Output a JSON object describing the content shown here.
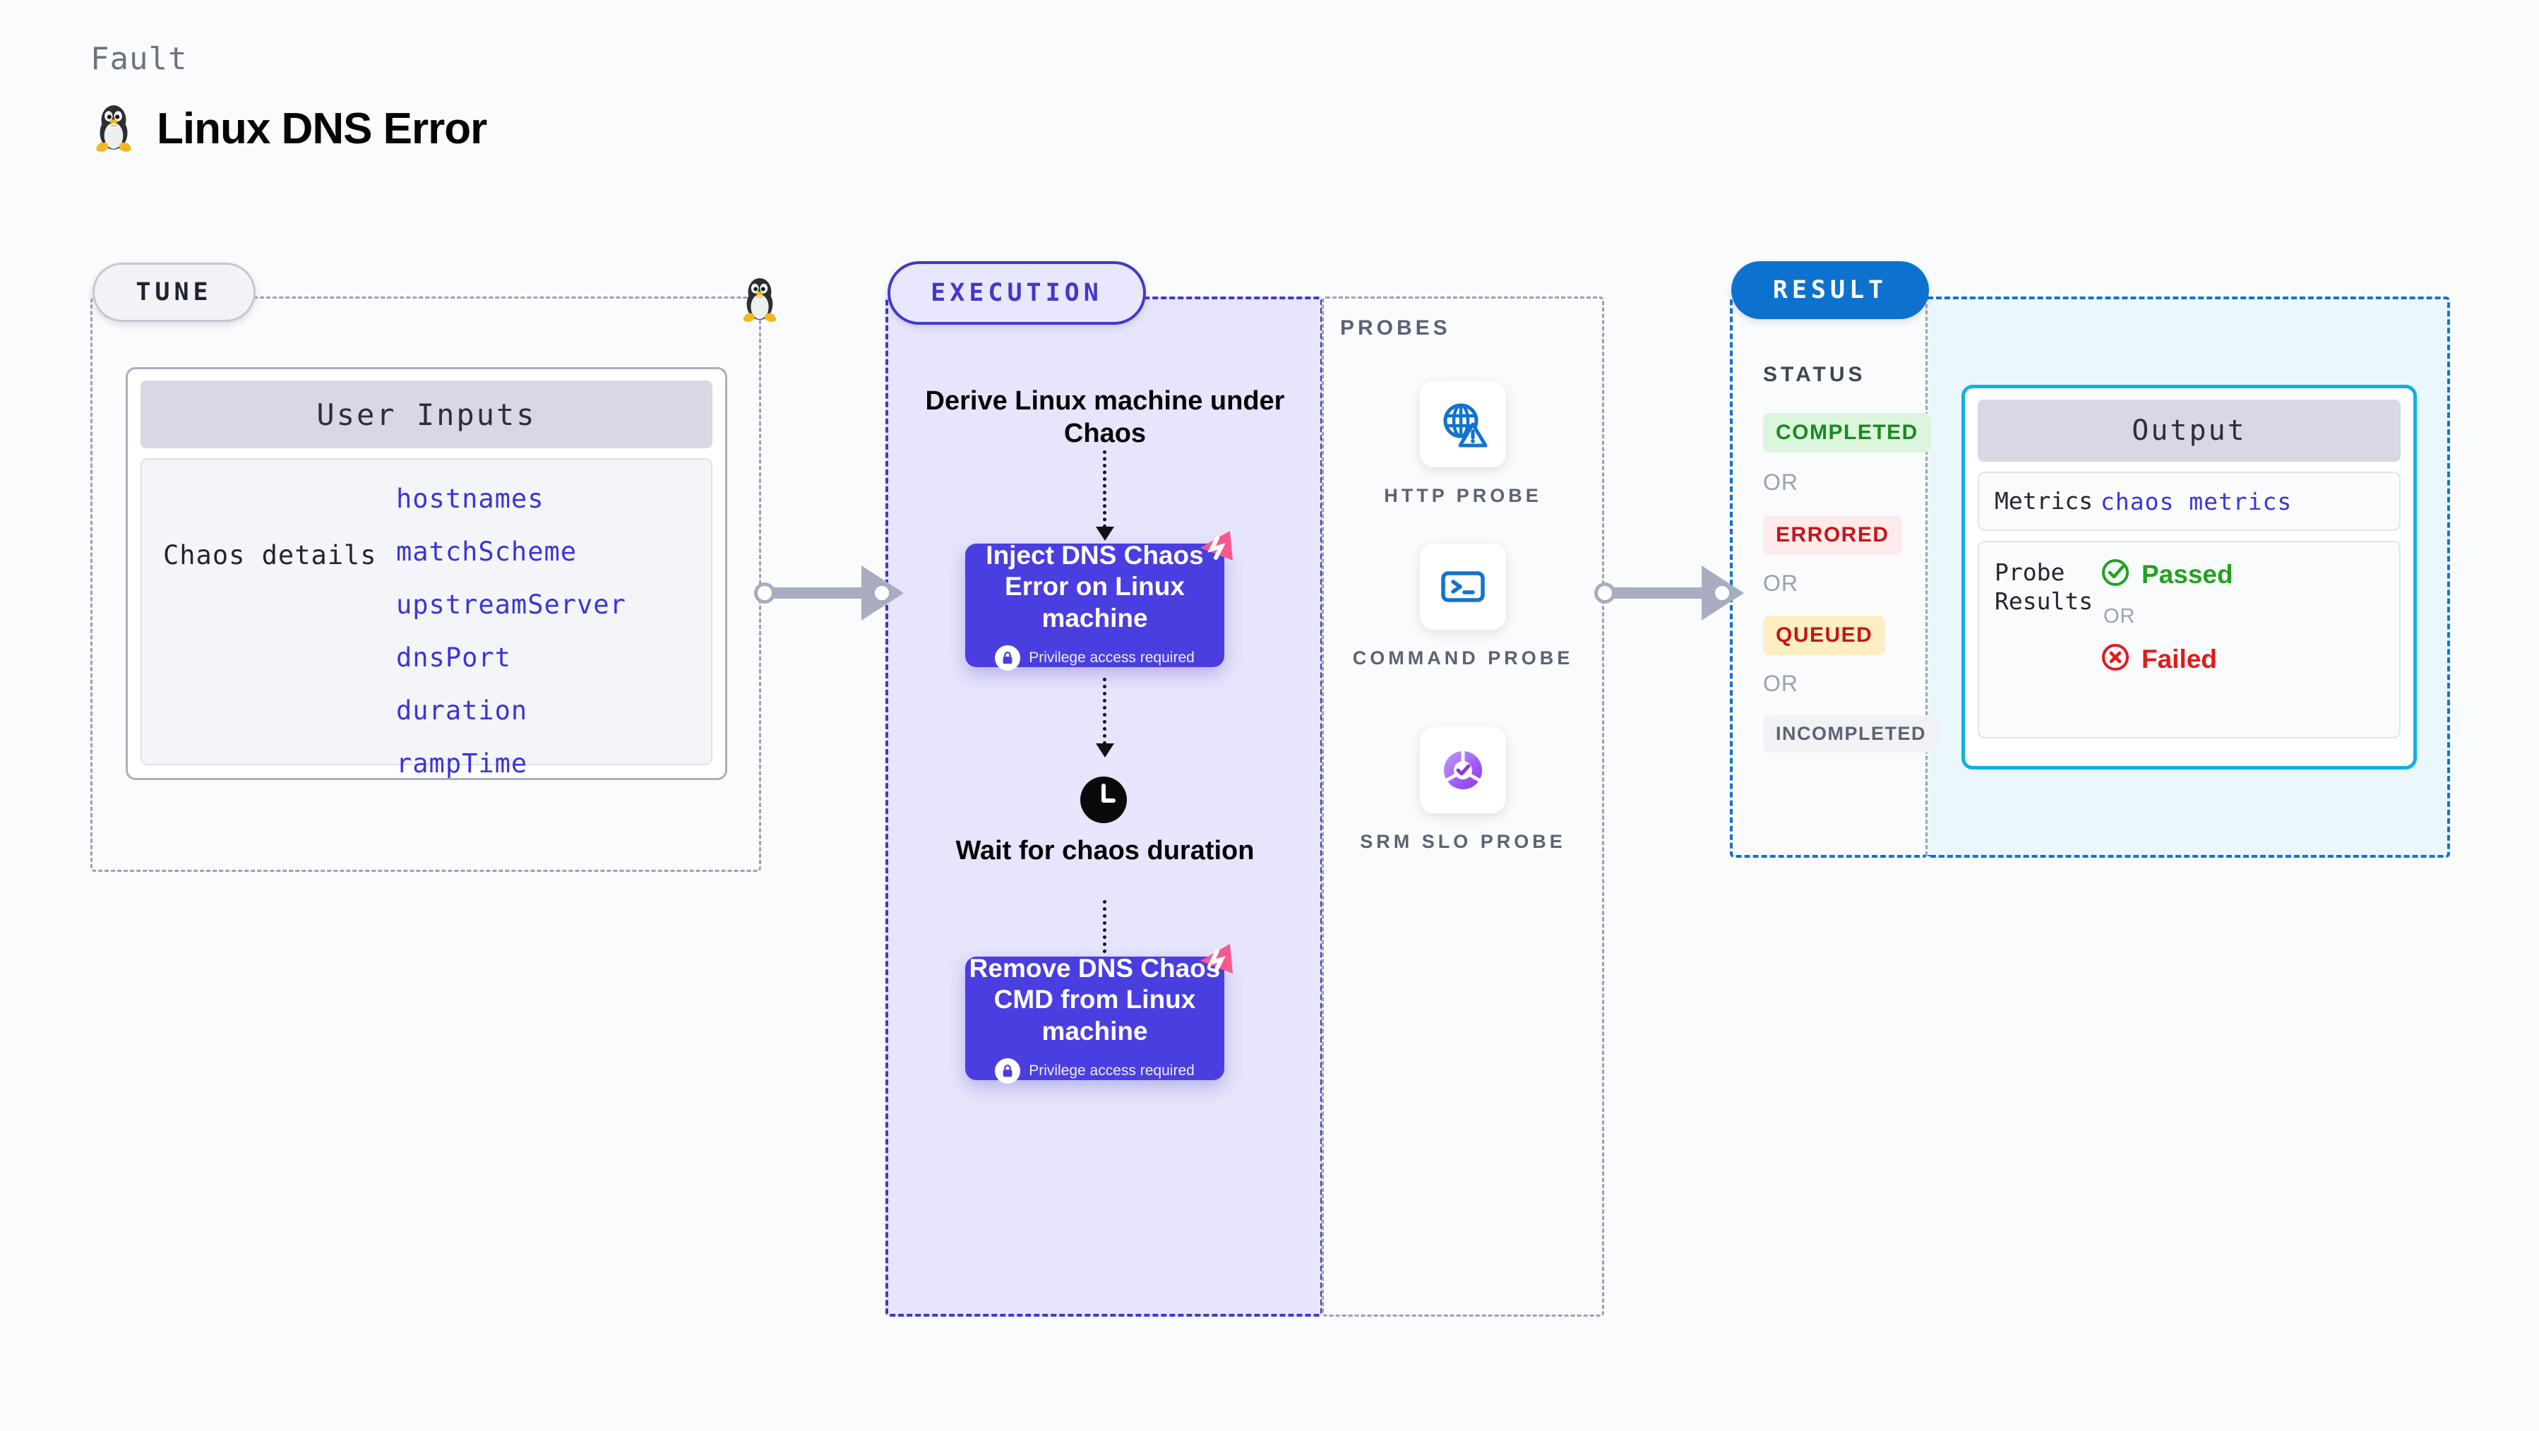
{
  "header": {
    "kicker": "Fault",
    "title": "Linux DNS Error",
    "icon": "linux-penguin-icon"
  },
  "tune": {
    "pill_label": "TUNE",
    "edge_icon": "linux-penguin-icon",
    "card": {
      "header": "User Inputs",
      "group_label": "Chaos details",
      "params": [
        "hostnames",
        "matchScheme",
        "upstreamServer",
        "dnsPort",
        "duration",
        "rampTime"
      ]
    }
  },
  "execution": {
    "pill_label": "EXECUTION",
    "step_title": "Derive Linux machine under Chaos",
    "inject_node": {
      "title": "Inject DNS Chaos Error on Linux machine",
      "privilege_note": "Privilege access required",
      "lock_icon": "lock-icon",
      "badge_icon": "harness-chaos-badge-icon"
    },
    "wait": {
      "icon": "clock-icon",
      "title": "Wait for chaos duration"
    },
    "remove_node": {
      "title": "Remove DNS Chaos CMD from Linux machine",
      "privilege_note": "Privilege access required",
      "lock_icon": "lock-icon",
      "badge_icon": "harness-chaos-badge-icon"
    }
  },
  "probes": {
    "label": "PROBES",
    "items": [
      {
        "caption": "HTTP PROBE",
        "icon": "globe-warning-icon"
      },
      {
        "caption": "COMMAND PROBE",
        "icon": "terminal-icon"
      },
      {
        "caption": "SRM SLO PROBE",
        "icon": "slo-donut-check-icon"
      }
    ]
  },
  "result": {
    "pill_label": "RESULT",
    "status_label": "STATUS",
    "or_label": "OR",
    "statuses": [
      {
        "label": "COMPLETED",
        "text_color": "#1a8a1f",
        "bg_color": "#dcf5dd"
      },
      {
        "label": "ERRORED",
        "text_color": "#c4161c",
        "bg_color": "#fdeaea"
      },
      {
        "label": "QUEUED",
        "text_color": "#c4161c",
        "bg_color": "#fdeec4"
      },
      {
        "label": "INCOMPLETED",
        "text_color": "#5b6374",
        "bg_color": "#f1f2f6"
      }
    ],
    "output": {
      "header": "Output",
      "metrics_key": "Metrics",
      "metrics_value": "chaos metrics",
      "probe_key": "Probe Results",
      "passed_label": "Passed",
      "passed_icon": "check-circle-icon",
      "failed_label": "Failed",
      "failed_icon": "x-circle-icon",
      "or_label": "OR"
    }
  },
  "colors": {
    "execution": "#4338ca",
    "result": "#0d72ce",
    "node": "#4a3ee0",
    "param": "#3a35d8",
    "output_border": "#13aee6",
    "badge_pink": "#f7598f"
  }
}
